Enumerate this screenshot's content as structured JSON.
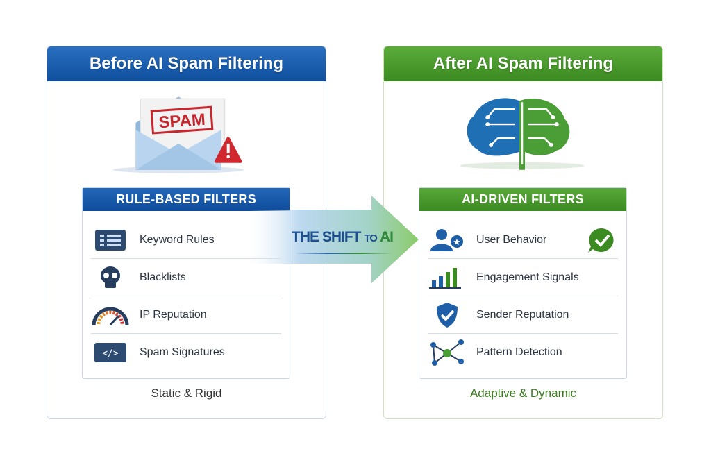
{
  "left": {
    "title": "Before AI Spam Filtering",
    "hero_label": "SPAM",
    "box_title": "RULE-BASED FILTERS",
    "items": [
      {
        "label": "Keyword Rules",
        "icon": "list-icon"
      },
      {
        "label": "Blacklists",
        "icon": "skull-icon"
      },
      {
        "label": "IP Reputation",
        "icon": "gauge-icon"
      },
      {
        "label": "Spam Signatures",
        "icon": "code-icon"
      }
    ],
    "footer": "Static & Rigid",
    "color": "#0f4f9e"
  },
  "arrow": {
    "text_main": "THE SHIFT",
    "text_to": "TO",
    "text_ai": "AI"
  },
  "right": {
    "title": "After AI Spam Filtering",
    "box_title": "AI-DRIVEN FILTERS",
    "items": [
      {
        "label": "User Behavior",
        "icon": "user-star-icon"
      },
      {
        "label": "Engagement Signals",
        "icon": "bar-chart-icon"
      },
      {
        "label": "Sender Reputation",
        "icon": "shield-check-icon"
      },
      {
        "label": "Pattern Detection",
        "icon": "network-icon"
      }
    ],
    "footer": "Adaptive & Dynamic",
    "color": "#3c8a22"
  }
}
